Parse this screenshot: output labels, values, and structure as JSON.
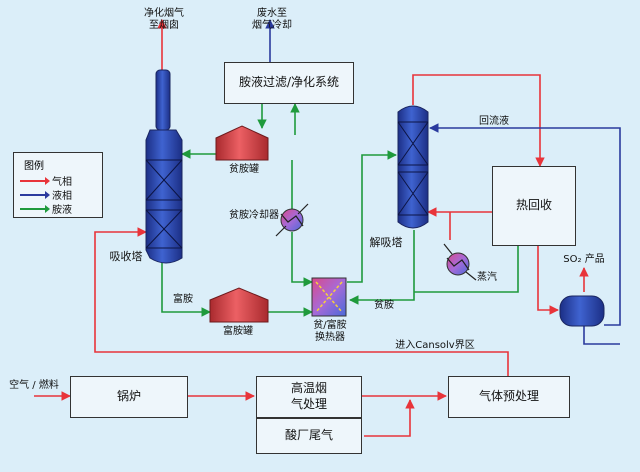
{
  "colors": {
    "background": "#dbeef9",
    "gas_line": "#e8343a",
    "liquid_line": "#2a3a9e",
    "amine_line": "#1f9a3c",
    "column_fill": "#2f4fb8",
    "tank_fill": "#d9474b"
  },
  "legend": {
    "title": "图例",
    "items": [
      {
        "label": "气相",
        "color": "#e8343a"
      },
      {
        "label": "液相",
        "color": "#2a3a9e"
      },
      {
        "label": "胺液",
        "color": "#1f9a3c"
      }
    ]
  },
  "labels": {
    "clean_gas": "净化烟气\n至烟囱",
    "waste_water": "废水至\n烟气冷却",
    "amine_filter": "胺液过滤/净化系统",
    "lean_tank": "贫胺罐",
    "lean_cooler": "贫胺冷却器",
    "absorber": "吸收塔",
    "rich_amine": "富胺",
    "rich_tank": "富胺罐",
    "exchanger": "贫/富胺\n换热器",
    "lean_amine": "贫胺",
    "stripper": "解吸塔",
    "reflux": "回流液",
    "heat_recovery": "热回收",
    "steam": "蒸汽",
    "so2_product": "SO₂ 产品",
    "enter_cansolv": "进入Cansolv界区",
    "air_fuel": "空气 / 燃料",
    "boiler": "锅炉",
    "high_temp_gas": "高温烟\n气处理",
    "acid_tail_gas": "酸厂尾气",
    "gas_pretreat": "气体预处理"
  }
}
